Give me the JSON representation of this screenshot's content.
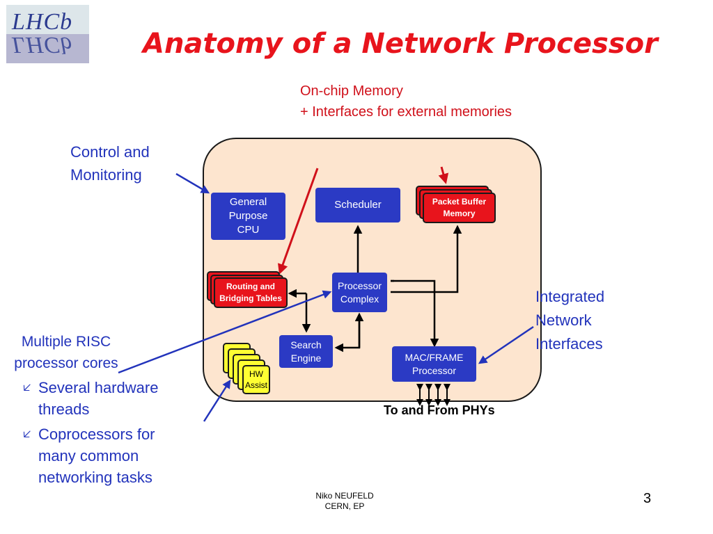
{
  "logo": {
    "text": "LHCb"
  },
  "title": "Anatomy of a Network Processor",
  "annotations": {
    "memory_line1": "On-chip Memory",
    "memory_line2": "+ Interfaces for external memories",
    "control_line1": "Control and",
    "control_line2": "Monitoring",
    "integrated_line1": "Integrated",
    "integrated_line2": "Network",
    "integrated_line3": "Interfaces",
    "risc_line1": "Multiple RISC",
    "risc_line2": "processor cores",
    "bullet1_line1": "Several hardware",
    "bullet1_line2": "threads",
    "bullet2_line1": "Coprocessors for",
    "bullet2_line2": "many common",
    "bullet2_line3": "networking tasks",
    "phys": "To and From PHYs"
  },
  "blocks": {
    "cpu_line1": "General",
    "cpu_line2": "Purpose",
    "cpu_line3": "CPU",
    "scheduler": "Scheduler",
    "packet_buffer_line1": "Packet Buffer",
    "packet_buffer_line2": "Memory",
    "routing_line1": "Routing and",
    "routing_line2": "Bridging Tables",
    "processor_line1": "Processor",
    "processor_line2": "Complex",
    "search_line1": "Search",
    "search_line2": "Engine",
    "mac_line1": "MAC/FRAME",
    "mac_line2": "Processor",
    "hw_line1": "HW",
    "hw_line2": "Assist"
  },
  "bullet_symbol": "🡧",
  "footer": {
    "line1": "Niko NEUFELD",
    "line2": "CERN, EP",
    "page": "3"
  },
  "colors": {
    "title": "#e8141c",
    "chip_fill": "#fde5cf",
    "block_blue": "#2b3ac4",
    "block_red": "#e8141c",
    "block_yellow": "#ffff33",
    "note_blue": "#2233bb",
    "note_red": "#d0101a"
  }
}
